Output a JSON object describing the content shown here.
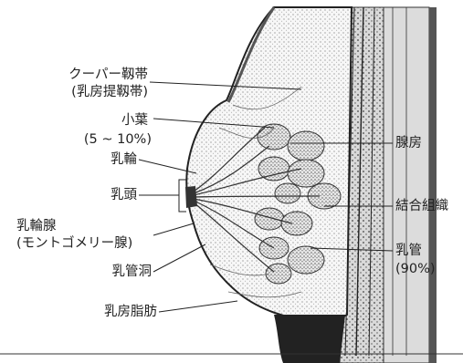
{
  "diagram": {
    "labels": {
      "cooper_ligament": "クーパー靱帯",
      "cooper_ligament_alt": "(乳房提靱帯)",
      "lobule": "小葉",
      "lobule_count": "(5 ~ 10%)",
      "areola": "乳輪",
      "nipple": "乳頭",
      "areolar_gland": "乳輪腺",
      "areolar_gland_alt": "(モントゴメリー腺)",
      "lactiferous_sinus": "乳管洞",
      "breast_fat": "乳房脂肪",
      "gland": "腺房",
      "connective_tissue": "結合組織",
      "milk_duct": "乳管",
      "milk_duct_pct": "(90%)"
    }
  }
}
